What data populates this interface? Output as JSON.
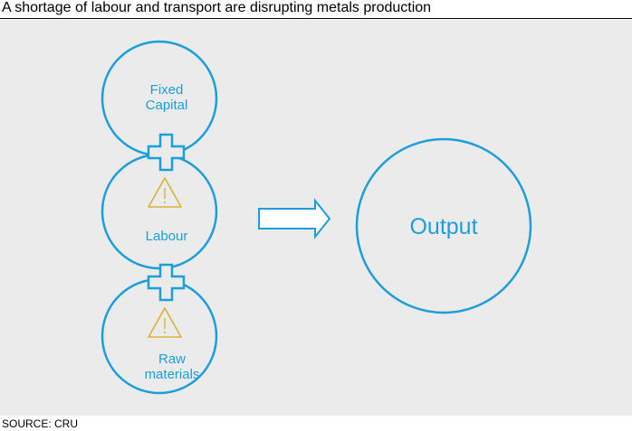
{
  "title": "A shortage of labour and transport are disrupting metals production",
  "source": "SOURCE: CRU",
  "colors": {
    "circle_stroke": "#1a9fdc",
    "text": "#1a9fdc",
    "warning": "#d9b23a",
    "panel_background": "#ebebeb"
  },
  "inputs": {
    "fixed_capital": {
      "line1": "Fixed",
      "line2": "Capital"
    },
    "labour": {
      "label": "Labour",
      "icon": "warning-icon"
    },
    "raw_materials": {
      "line1": "Raw",
      "line2": "materials",
      "icon": "warning-icon"
    }
  },
  "connectors": {
    "plus_icon": "plus-icon",
    "arrow_icon": "arrow-right-icon"
  },
  "output": {
    "label": "Output"
  }
}
